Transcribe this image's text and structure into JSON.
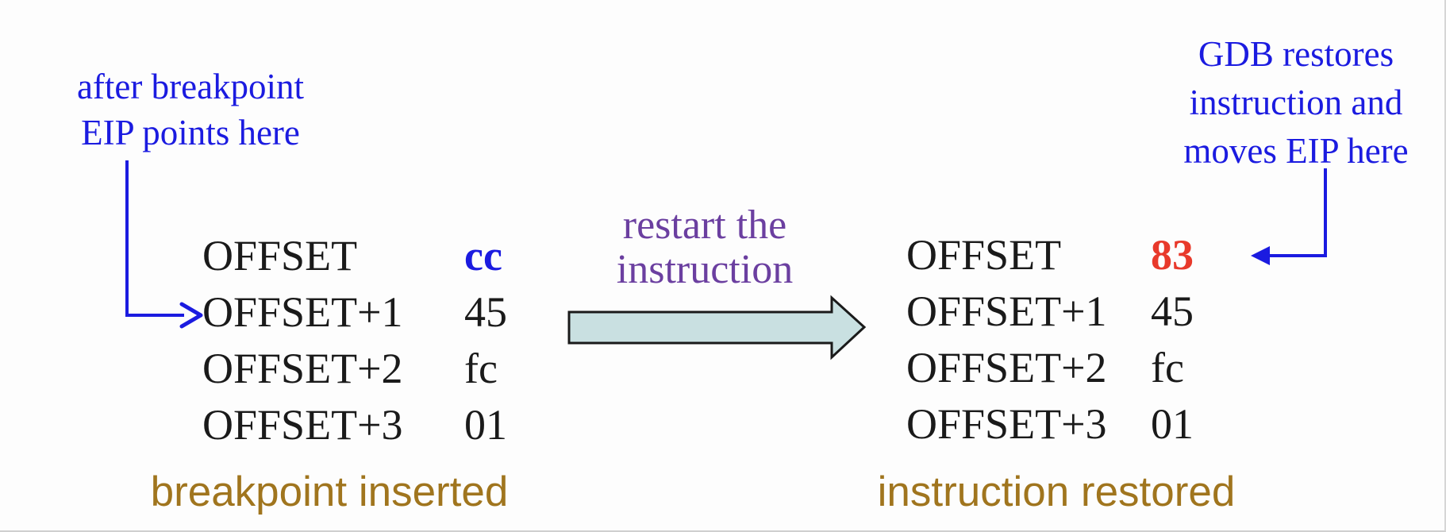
{
  "colors": {
    "annotation_blue": "#1b1be0",
    "purple": "#6b3fa0",
    "status_red": "#e8392b",
    "caption_brown": "#a0751e",
    "arrow_fill": "#c9e0e1",
    "ink": "#1a1a1a"
  },
  "left_annotation": {
    "lines": [
      "after breakpoint",
      "EIP points here"
    ]
  },
  "right_annotation": {
    "lines": [
      "GDB restores",
      "instruction and",
      "moves EIP here"
    ]
  },
  "transition_label": {
    "lines": [
      "restart the",
      "instruction"
    ]
  },
  "left_table": {
    "caption": "breakpoint inserted",
    "rows": [
      {
        "label": "OFFSET",
        "value": "cc"
      },
      {
        "label": "OFFSET+1",
        "value": "45"
      },
      {
        "label": "OFFSET+2",
        "value": "fc"
      },
      {
        "label": "OFFSET+3",
        "value": "01"
      }
    ]
  },
  "right_table": {
    "caption": "instruction restored",
    "rows": [
      {
        "label": "OFFSET",
        "value": "83"
      },
      {
        "label": "OFFSET+1",
        "value": "45"
      },
      {
        "label": "OFFSET+2",
        "value": "fc"
      },
      {
        "label": "OFFSET+3",
        "value": "01"
      }
    ]
  }
}
